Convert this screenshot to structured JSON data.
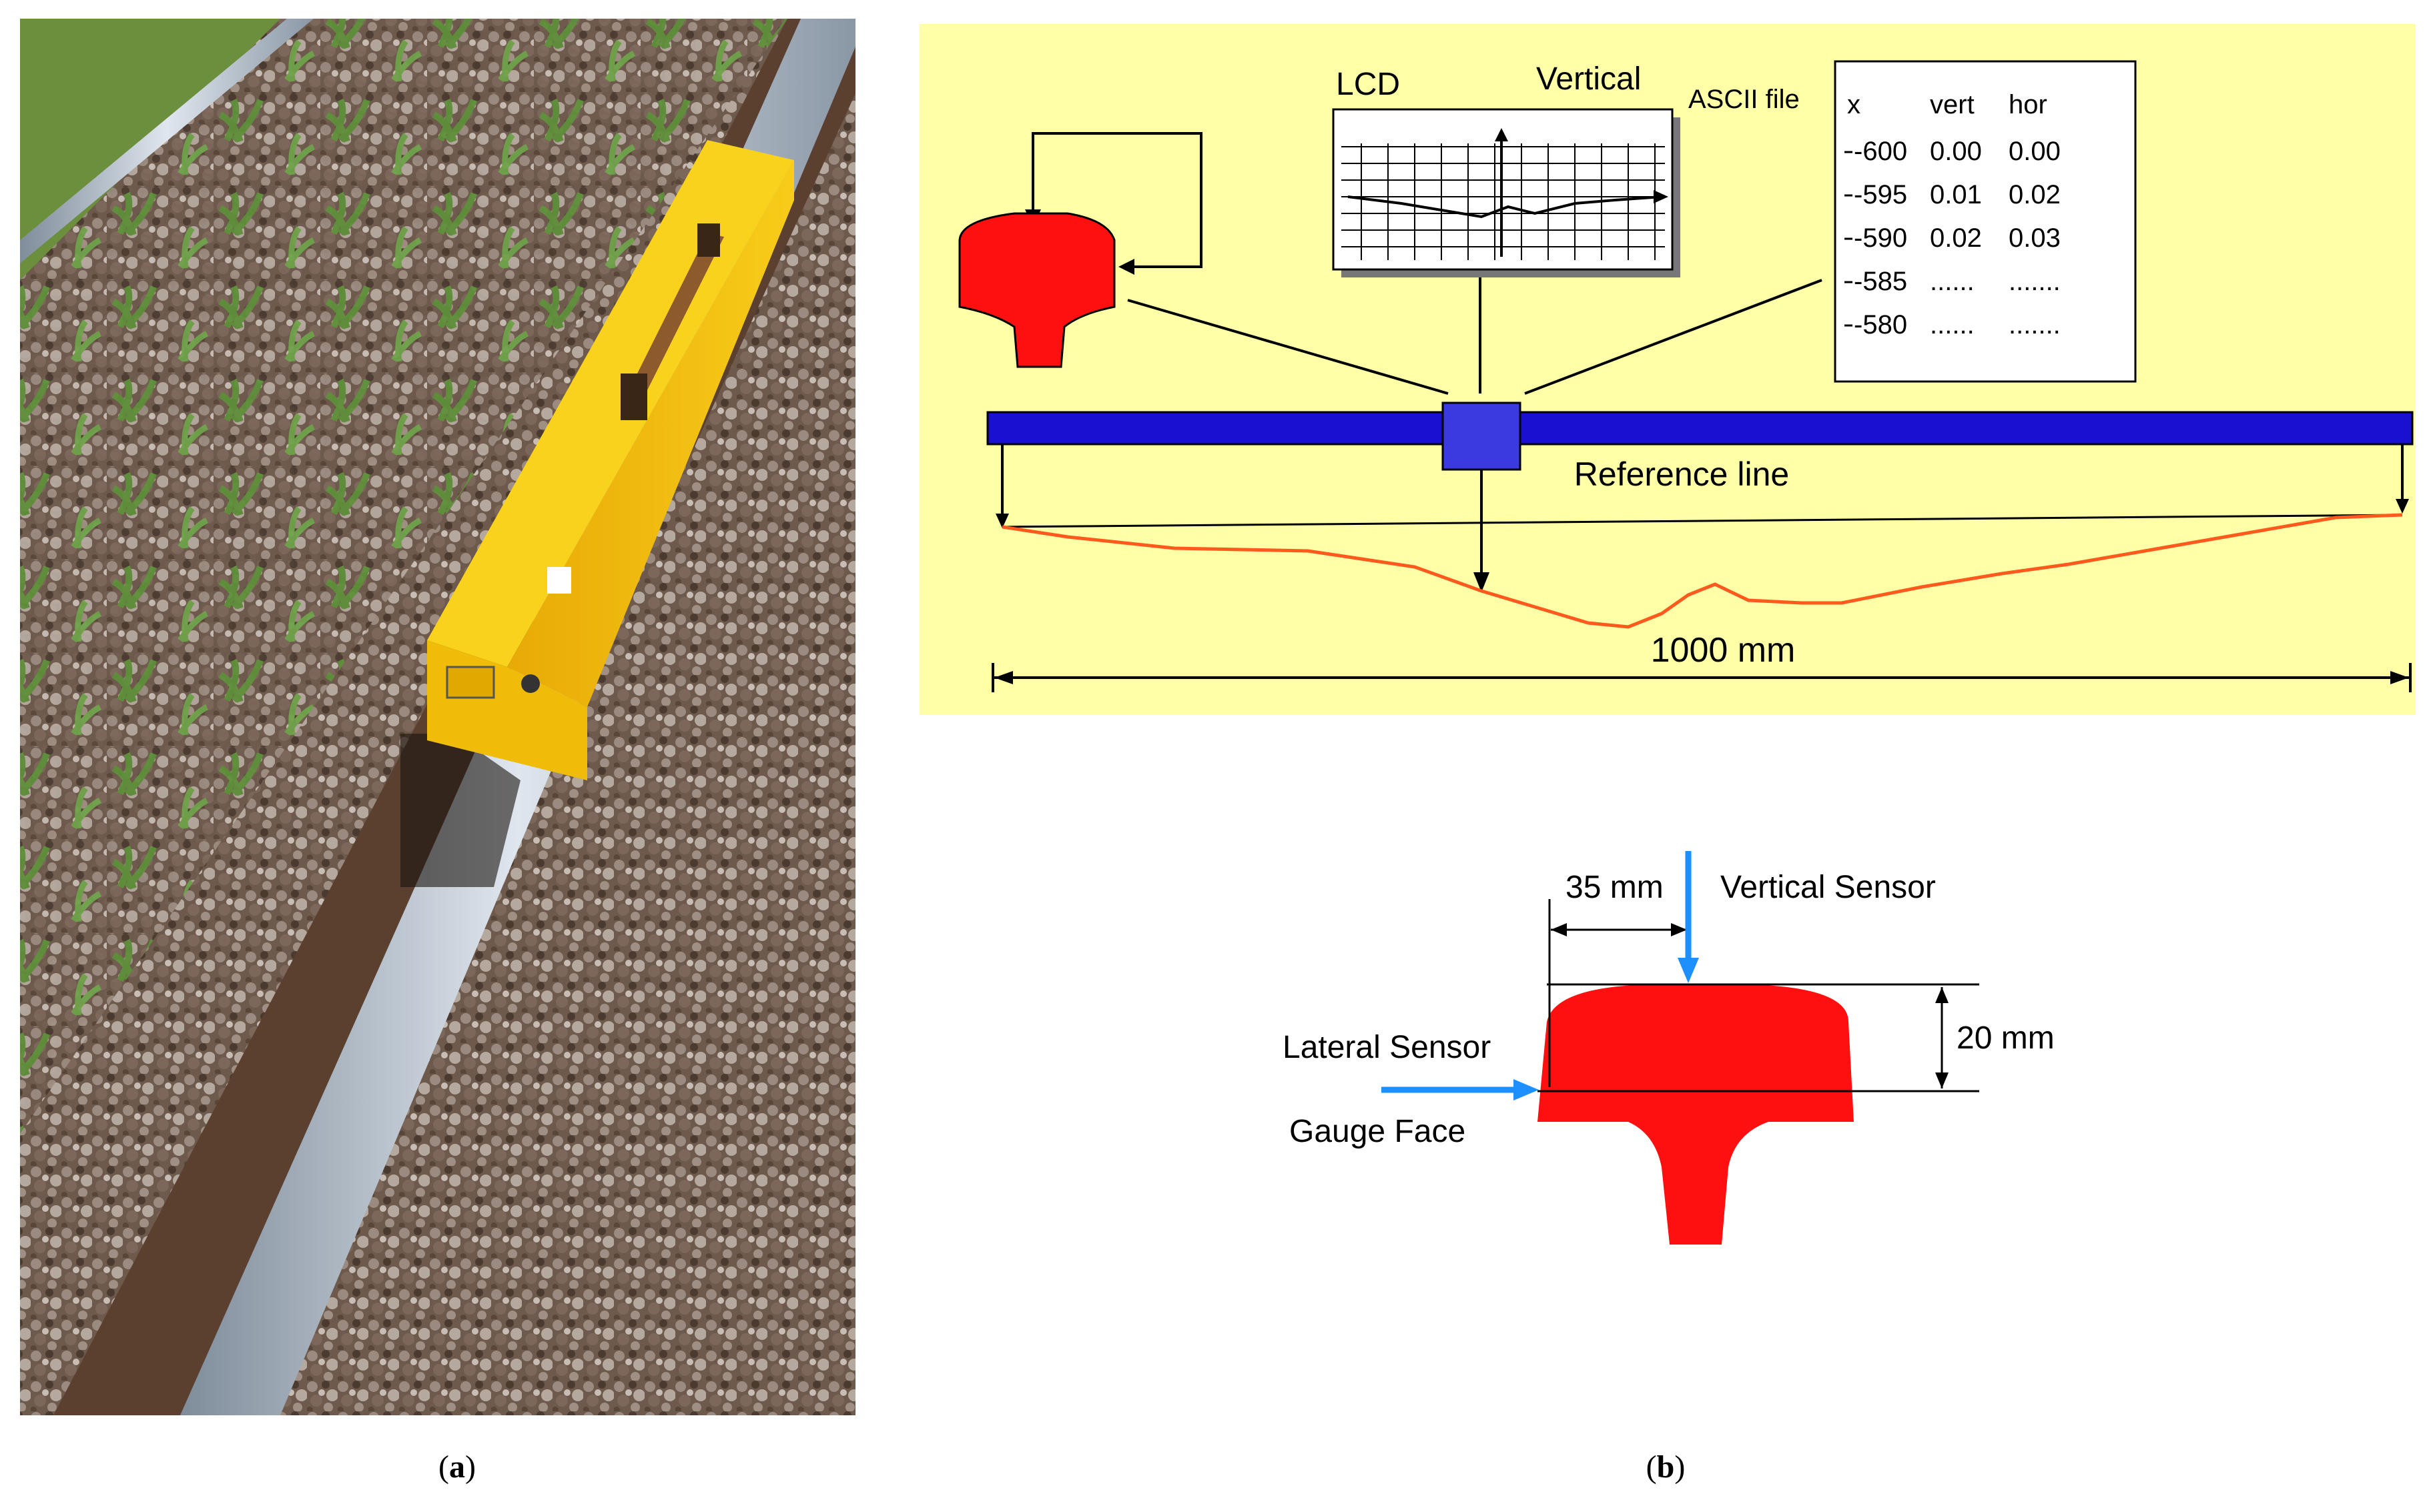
{
  "panel_a": {
    "caption_open": "(",
    "caption_letter": "a",
    "caption_close": ")"
  },
  "panel_b": {
    "caption_open": "(",
    "caption_letter": "b",
    "caption_close": ")",
    "top": {
      "lcd_label": "LCD",
      "vertical_label": "Vertical",
      "ascii_label": "ASCII file",
      "table": {
        "headers": [
          "x",
          "vert",
          "hor"
        ],
        "rows": [
          [
            "-600",
            "0.00",
            "0.00"
          ],
          [
            "-595",
            "0.01",
            "0.02"
          ],
          [
            "-590",
            "0.02",
            "0.03"
          ],
          [
            "-585",
            "......",
            "......."
          ],
          [
            "-580",
            "......",
            "......."
          ]
        ]
      },
      "reference_line_label": "Reference line",
      "span_label": "1000 mm"
    },
    "bottom": {
      "offset_label": "35 mm",
      "vertical_sensor_label": "Vertical Sensor",
      "height_label": "20 mm",
      "lateral_sensor_label": "Lateral Sensor",
      "gauge_face_label": "Gauge Face"
    }
  },
  "colors": {
    "diagram_bg": "#ffffa8",
    "rail_red": "#ff1010",
    "beam_blue": "#1a10d0",
    "sensor_box": "#3a3ae0",
    "profile_orange": "#ff5a1e",
    "arrow_blue": "#1e8fff",
    "instrument_yellow": "#f7c40c"
  }
}
